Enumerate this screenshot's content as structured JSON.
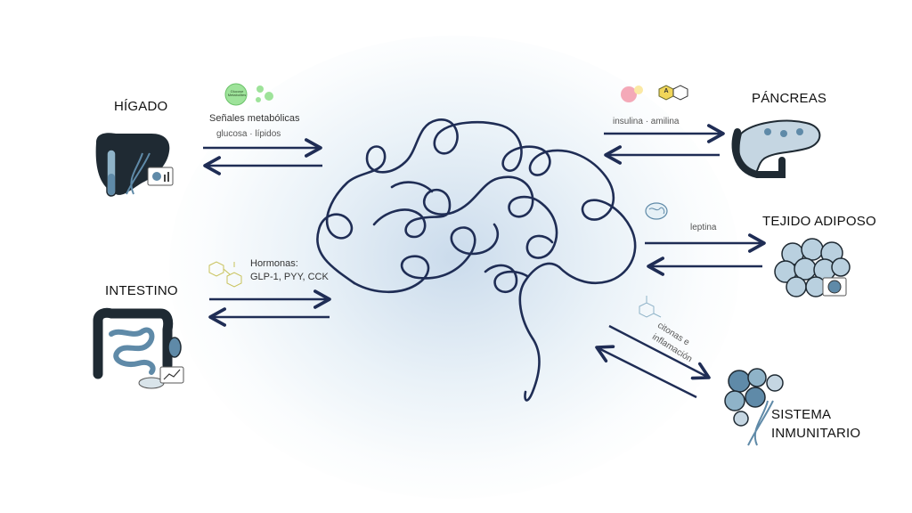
{
  "organs": {
    "liver": "HÍGADO",
    "intestine": "INTESTINO",
    "pancreas": "PÁNCREAS",
    "adipose": "TEJIDO ADIPOSO",
    "immune_line1": "SISTEMA",
    "immune_line2": "INMUNITARIO"
  },
  "signals": {
    "liver_title": "Señales metabólicas",
    "liver_sub": "glucosa · lípidos",
    "intestine_title": "Hormonas:",
    "intestine_sub": "GLP-1, PYY, CCK",
    "pancreas": "insulina · amilina",
    "adipose": "leptina",
    "immune_line1": "citonas e",
    "immune_line2": "inflamación"
  },
  "badges": {
    "glucose": "Glucose",
    "glucose_sub": "Metabolites",
    "amilina": "A"
  },
  "colors": {
    "arrow": "#1f2d55",
    "brain_stroke": "#1f2d55",
    "organ_dark": "#1f2a33",
    "organ_blue": "#5f8aa8"
  }
}
